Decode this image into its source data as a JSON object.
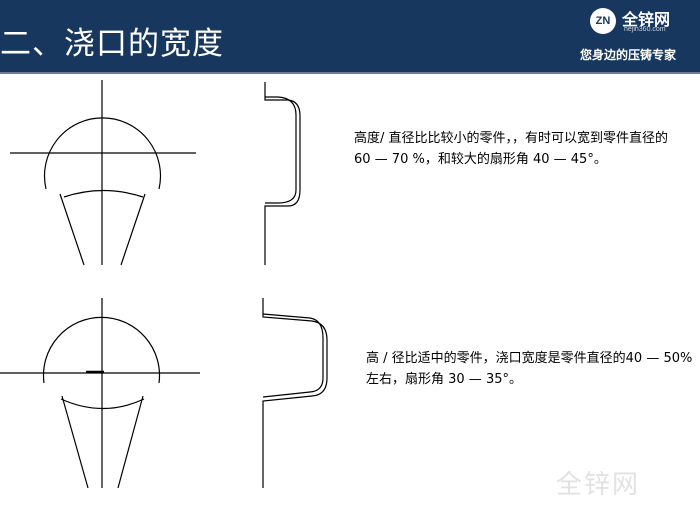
{
  "header": {
    "title": "二、浇口的宽度",
    "background_color": "#17375e"
  },
  "logo": {
    "badge": "ZN",
    "name": "全锌网",
    "url": "hejin360.com",
    "slogan": "您身边的压铸专家"
  },
  "sections": [
    {
      "text": "高度/ 直径比比较小的零件，，有时可以宽到零件直径的60 — 70 %，和较大的扇形角 40 — 45°。"
    },
    {
      "text": "高 / 径比适中的零件，浇口宽度是零件直径的40 — 50% 左右，扇形角 30 — 35°。"
    }
  ],
  "watermark": {
    "text": "全锌网"
  }
}
